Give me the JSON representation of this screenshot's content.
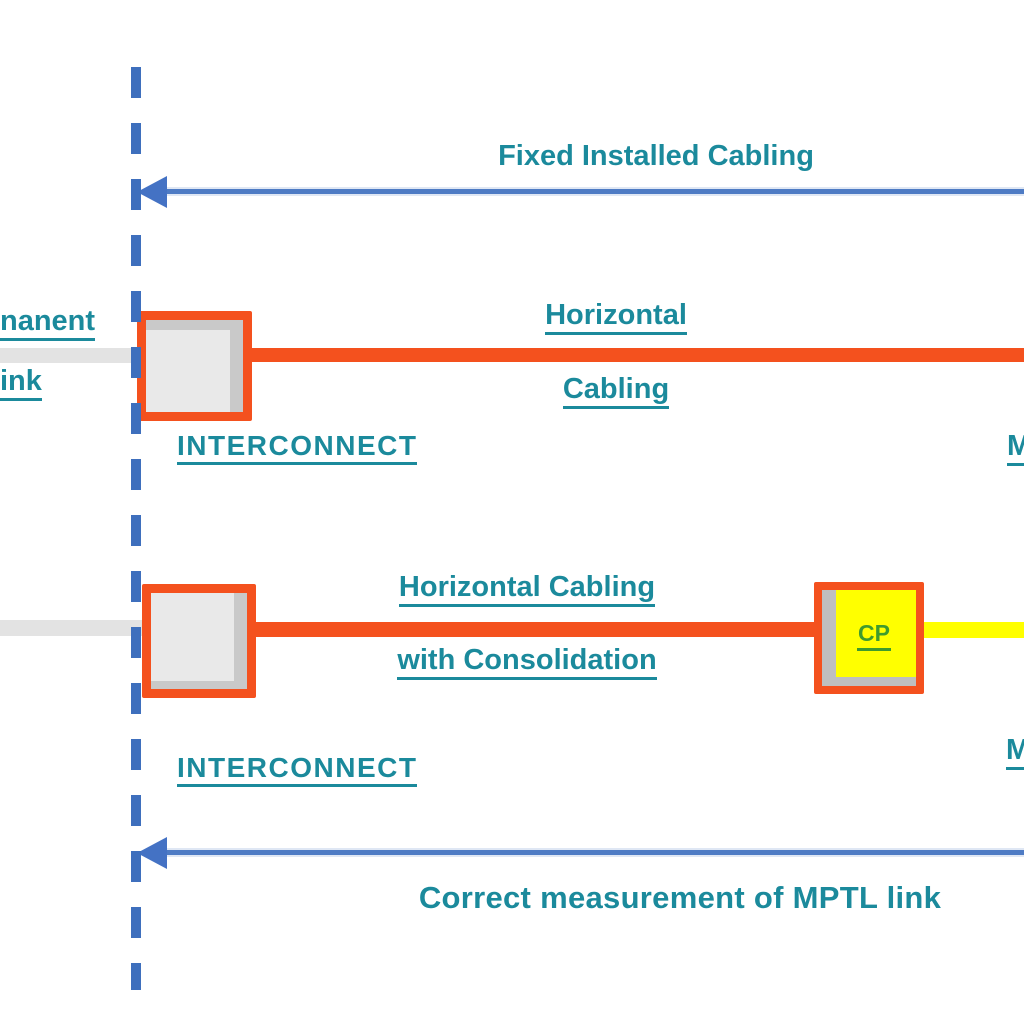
{
  "diagram": {
    "top_measure": {
      "label": "Fixed Installed Cabling"
    },
    "bottom_measure": {
      "label": "Correct measurement of MPTL link"
    },
    "row1": {
      "left_label_line1": "nanent",
      "left_label_line2": "ink",
      "cable_label_line1": "Horizontal",
      "cable_label_line2": "Cabling",
      "interconnect_label": "INTERCONNECT",
      "right_partial_label": "M"
    },
    "row2": {
      "cable_label_line1": "Horizontal Cabling",
      "cable_label_line2": "with Consolidation",
      "cp_label": "CP",
      "interconnect_label": "INTERCONNECT",
      "right_partial_label": "M"
    },
    "colors": {
      "teal_text": "#1b8a9c",
      "dash_blue": "#3e6fbd",
      "arrow_blue": "#4472c4",
      "cable_orange": "#f4511e",
      "cable_yellow": "#ffff00",
      "cp_green": "#3f9b2d",
      "connector_fill": "#e9e9e9",
      "connector_shade": "#c9c9c9",
      "cable_gray": "#e3e3e3"
    }
  }
}
